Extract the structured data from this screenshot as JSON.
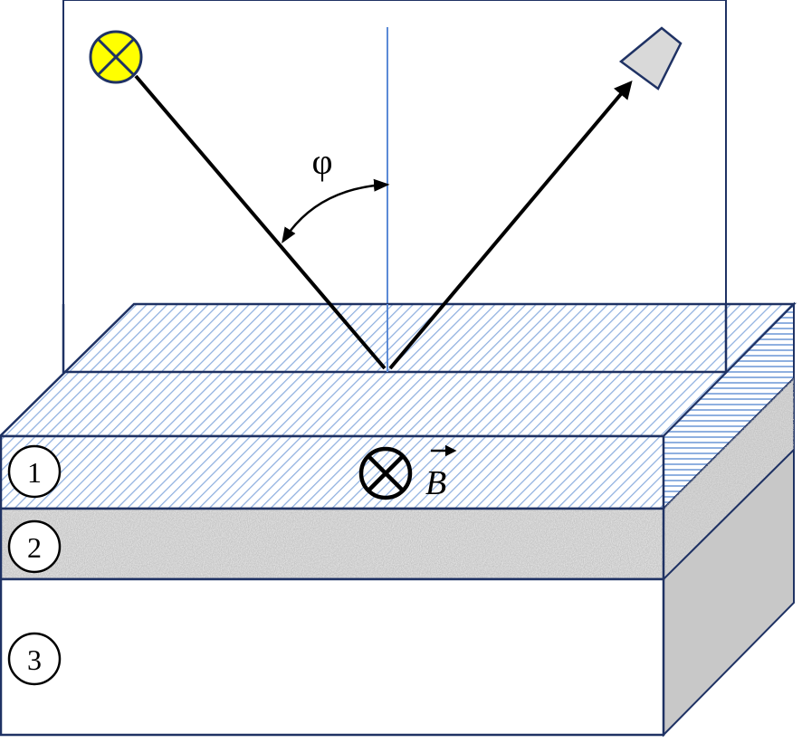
{
  "diagram": {
    "angle_label": "φ",
    "field_label": "B",
    "layers": [
      {
        "number": "1",
        "material": "hatched"
      },
      {
        "number": "2",
        "material": "granular"
      },
      {
        "number": "3",
        "material": "plain"
      }
    ],
    "icons": {
      "source": "lamp-icon",
      "detector": "detector-icon",
      "field_direction": "into-page-icon"
    },
    "colors": {
      "outline": "#1f3264",
      "hatch": "#8fb0e0",
      "normal_line": "#5b8ad6",
      "lamp": "#ffff00",
      "detector": "#d9d9d9",
      "side_plain": "#c8c8c8"
    }
  }
}
